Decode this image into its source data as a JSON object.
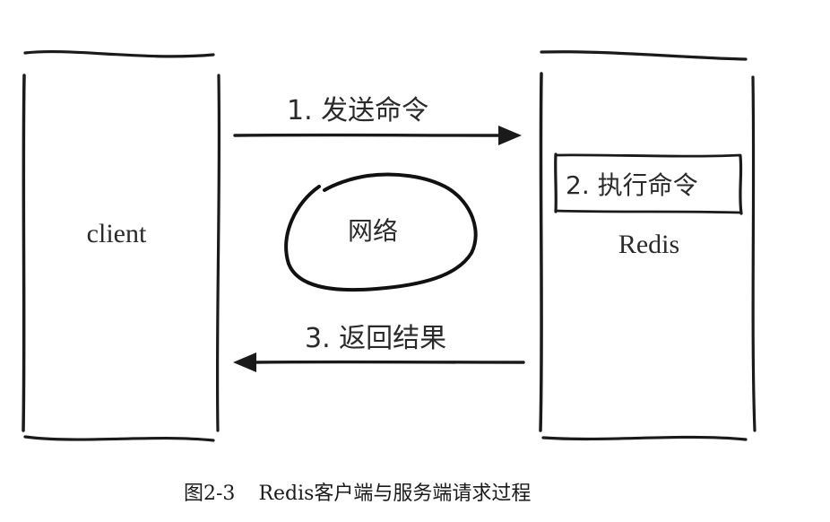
{
  "diagram": {
    "client_label": "client",
    "server_label": "Redis",
    "step_send": "1. 发送命令",
    "step_execute": "2. 执行命令",
    "network_label": "网络",
    "step_return": "3. 返回结果"
  },
  "caption": {
    "figure_number": "图2-3",
    "text": "Redis客户端与服务端请求过程"
  },
  "colors": {
    "ink": "#1a1a1a",
    "background": "#ffffff"
  }
}
